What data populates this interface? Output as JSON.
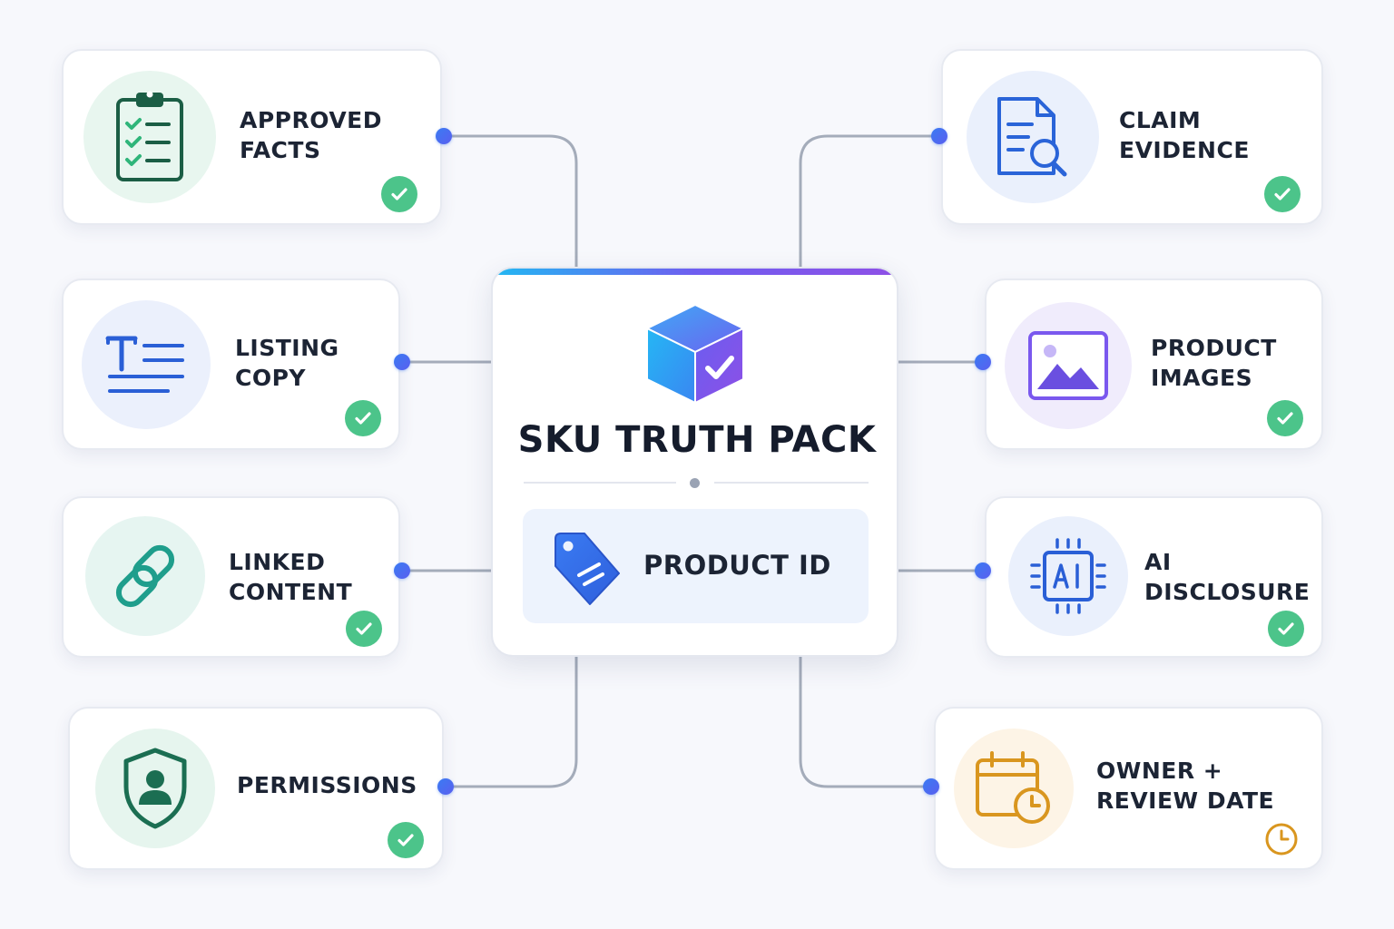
{
  "center": {
    "title": "SKU TRUTH PACK",
    "product_id_label": "PRODUCT ID",
    "icon": "box-check-icon",
    "tag_icon": "tag-icon"
  },
  "nodes": [
    {
      "id": "approved-facts",
      "lines": [
        "APPROVED",
        "FACTS"
      ],
      "icon": "clipboard-checklist-icon",
      "status": "done"
    },
    {
      "id": "claim-evidence",
      "lines": [
        "CLAIM",
        "EVIDENCE"
      ],
      "icon": "document-search-icon",
      "status": "done"
    },
    {
      "id": "listing-copy",
      "lines": [
        "LISTING",
        "COPY"
      ],
      "icon": "text-lines-icon",
      "status": "done"
    },
    {
      "id": "product-images",
      "lines": [
        "PRODUCT",
        "IMAGES"
      ],
      "icon": "image-icon",
      "status": "done"
    },
    {
      "id": "linked-content",
      "lines": [
        "LINKED",
        "CONTENT"
      ],
      "icon": "link-icon",
      "status": "done"
    },
    {
      "id": "ai-disclosure",
      "lines": [
        "AI",
        "DISCLOSURE"
      ],
      "icon": "ai-chip-icon",
      "status": "done"
    },
    {
      "id": "permissions",
      "lines": [
        "PERMISSIONS"
      ],
      "icon": "shield-user-icon",
      "status": "done"
    },
    {
      "id": "owner-review-date",
      "lines": [
        "OWNER +",
        "REVIEW DATE"
      ],
      "icon": "calendar-clock-icon",
      "status": "pending"
    }
  ],
  "colors": {
    "done": "#4cc48a",
    "pending": "#d9961f",
    "connector": "#a4acba",
    "accent_blue": "#3a7bf2",
    "accent_purple": "#7a58ee"
  }
}
